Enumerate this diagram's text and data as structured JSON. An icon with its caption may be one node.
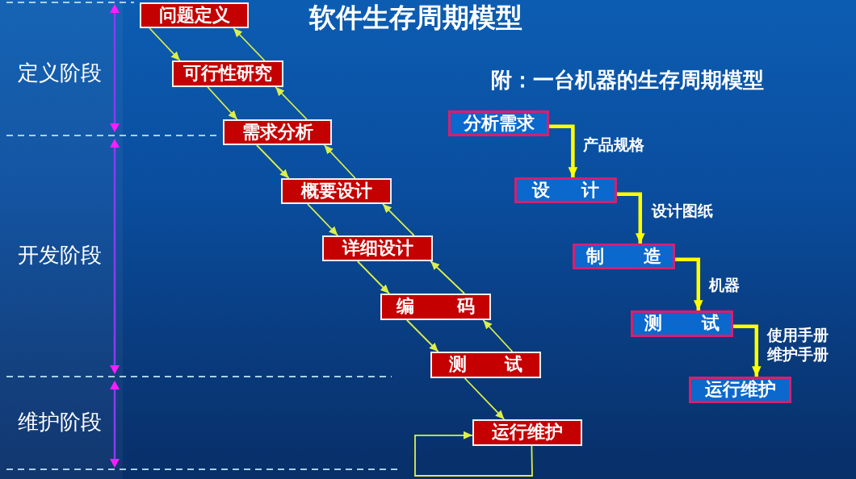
{
  "diagram": {
    "title": "软件生存周期模型",
    "nodes": [
      {
        "text": [
          "问题定义"
        ]
      },
      {
        "text": [
          "可行性研究"
        ]
      },
      {
        "text": [
          "需求分析"
        ]
      },
      {
        "text": [
          "概要设计"
        ]
      },
      {
        "text": [
          "详细设计"
        ]
      },
      {
        "text": [
          "编码"
        ]
      },
      {
        "text": [
          "测试"
        ]
      },
      {
        "text": [
          "运行维护"
        ]
      },
      {
        "text": [
          "分析需求"
        ]
      },
      {
        "text": [
          "设计"
        ]
      },
      {
        "text": [
          "制造"
        ]
      },
      {
        "text": [
          "测试"
        ]
      },
      {
        "text": [
          "运行维护"
        ]
      }
    ],
    "edges": [
      {
        "from": 0,
        "to": 1,
        "arrow": "to"
      },
      {
        "from": 1,
        "to": 2,
        "arrow": "to"
      },
      {
        "from": 2,
        "to": 3,
        "arrow": "to"
      },
      {
        "from": 3,
        "to": 4,
        "arrow": "to"
      },
      {
        "from": 4,
        "to": 5,
        "arrow": "to"
      },
      {
        "from": 5,
        "to": 6,
        "arrow": "to"
      },
      {
        "from": 6,
        "to": 7,
        "arrow": "to"
      },
      {
        "from": 1,
        "to": 0,
        "arrow": "to"
      },
      {
        "from": 2,
        "to": 1,
        "arrow": "to"
      },
      {
        "from": 3,
        "to": 2,
        "arrow": "to"
      },
      {
        "from": 4,
        "to": 3,
        "arrow": "to"
      },
      {
        "from": 5,
        "to": 4,
        "arrow": "to"
      },
      {
        "from": 6,
        "to": 5,
        "arrow": "to"
      },
      {
        "from": 7,
        "to": 7,
        "arrow": "to"
      },
      {
        "from": 8,
        "to": 9,
        "arrow": "to",
        "label": "产品规格",
        "style": "thick",
        "color": "#ffff00"
      },
      {
        "from": 9,
        "to": 10,
        "arrow": "to",
        "label": "设计图纸",
        "style": "thick",
        "color": "#ffff00"
      },
      {
        "from": 10,
        "to": 11,
        "arrow": "to",
        "label": "机器",
        "style": "thick",
        "color": "#ffff00"
      },
      {
        "from": 11,
        "to": 12,
        "arrow": "to",
        "label": "使用手册维护手册",
        "style": "thick",
        "color": "#ffff00"
      }
    ],
    "labels": [
      "定义阶段",
      "附：一台机器的生存周期模型",
      "开发阶段",
      "维护阶段"
    ]
  }
}
